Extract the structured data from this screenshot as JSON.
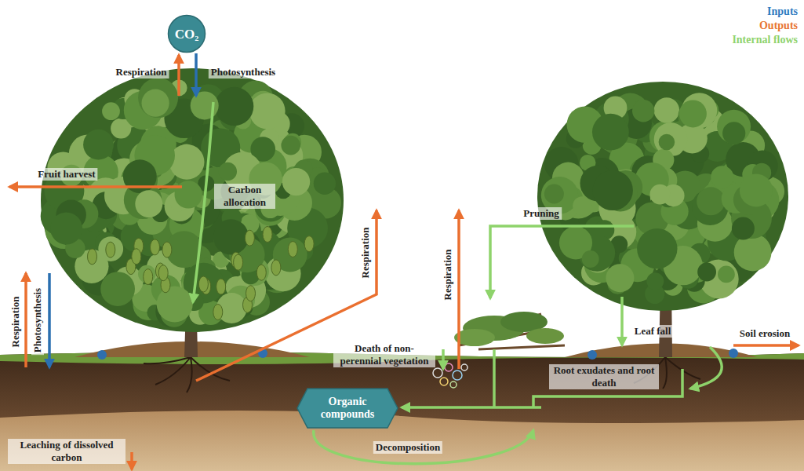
{
  "diagram": {
    "nodes": [
      {
        "text": [
          "CO₂"
        ]
      },
      {
        "text": [
          "Organic compounds"
        ]
      }
    ],
    "labels": [
      "Respiration",
      "Photosynthesis",
      "Fruit harvest",
      "Carbon allocation",
      "Respiration",
      "Pruning",
      "Respiration",
      "Respiration",
      "Photosynthesis",
      "Leaf fall",
      "Death of non-perennial vegetation",
      "Soil erosion",
      "Root exudates and root death",
      "Decomposition",
      "Leaching of dissolved carbon"
    ],
    "legend": [
      {
        "text": "Inputs",
        "color": "#2f7bbf"
      },
      {
        "text": "Outputs",
        "color": "#e87532"
      },
      {
        "text": "Internal flows",
        "color": "#8fd36c"
      }
    ]
  }
}
